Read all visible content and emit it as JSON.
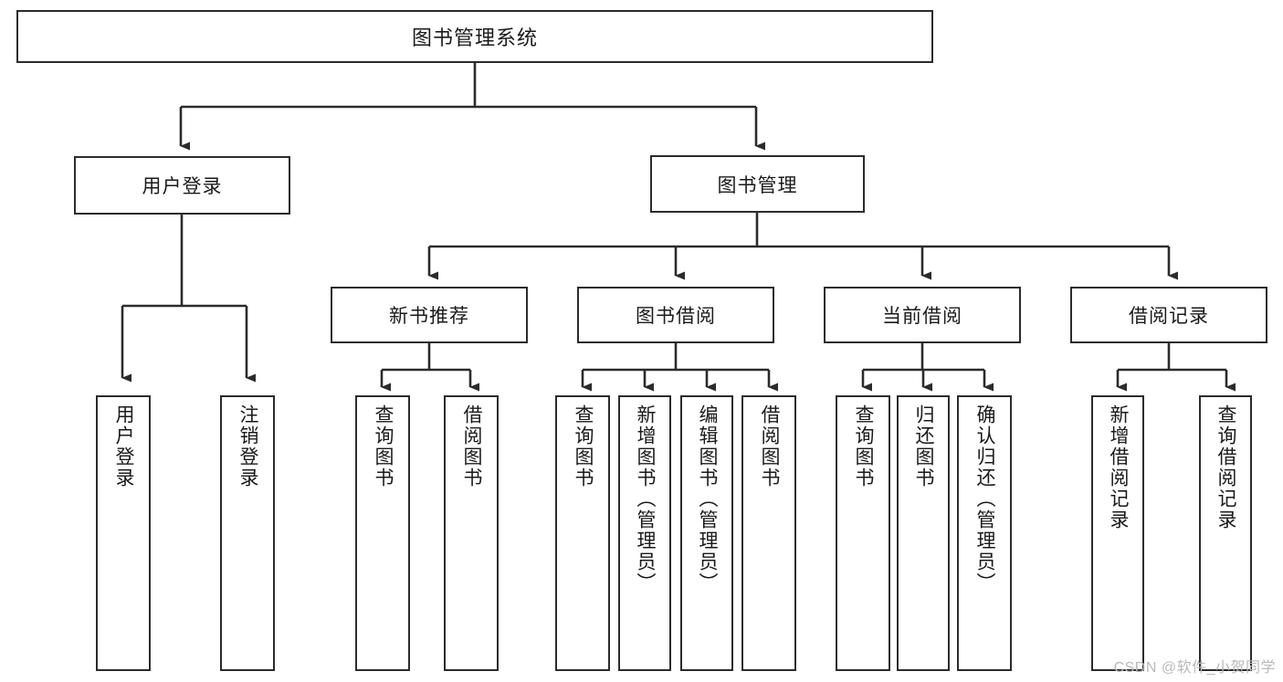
{
  "diagram": {
    "title": "图书管理系统",
    "type": "hierarchy-tree",
    "root": {
      "label": "图书管理系统"
    },
    "level2": [
      {
        "label": "用户登录"
      },
      {
        "label": "图书管理"
      }
    ],
    "level3": [
      {
        "label": "新书推荐"
      },
      {
        "label": "图书借阅"
      },
      {
        "label": "当前借阅"
      },
      {
        "label": "借阅记录"
      }
    ],
    "leaves": {
      "user_login": [
        {
          "label": "用户登录"
        },
        {
          "label": "注销登录"
        }
      ],
      "new_book_recommend": [
        {
          "label": "查询图书"
        },
        {
          "label": "借阅图书"
        }
      ],
      "book_borrow": [
        {
          "label": "查询图书"
        },
        {
          "label": "新增图书（管理员）"
        },
        {
          "label": "编辑图书（管理员）"
        },
        {
          "label": "借阅图书"
        }
      ],
      "current_borrow": [
        {
          "label": "查询图书"
        },
        {
          "label": "归还图书"
        },
        {
          "label": "确认归还（管理员）"
        }
      ],
      "borrow_record": [
        {
          "label": "新增借阅记录"
        },
        {
          "label": "查询借阅记录"
        }
      ]
    },
    "watermark": "CSDN @软件_小贺同学",
    "colors": {
      "stroke": "#2b2b2b",
      "fill": "#ffffff",
      "text": "#1a1a1a",
      "watermark": "#b9b9b9"
    }
  }
}
